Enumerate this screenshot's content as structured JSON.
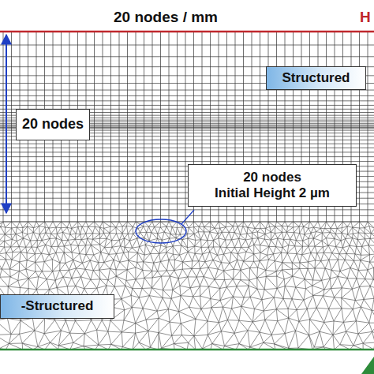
{
  "diagram": {
    "nodes": [
      {
        "text": [
          "Structured"
        ]
      },
      {
        "text": [
          "20 nodes"
        ]
      },
      {
        "text": [
          "20 nodes",
          "Initial Height 2 µm"
        ]
      },
      {
        "text": [
          "-Structured"
        ]
      }
    ],
    "labels": [
      "20 nodes / mm",
      "H"
    ]
  }
}
